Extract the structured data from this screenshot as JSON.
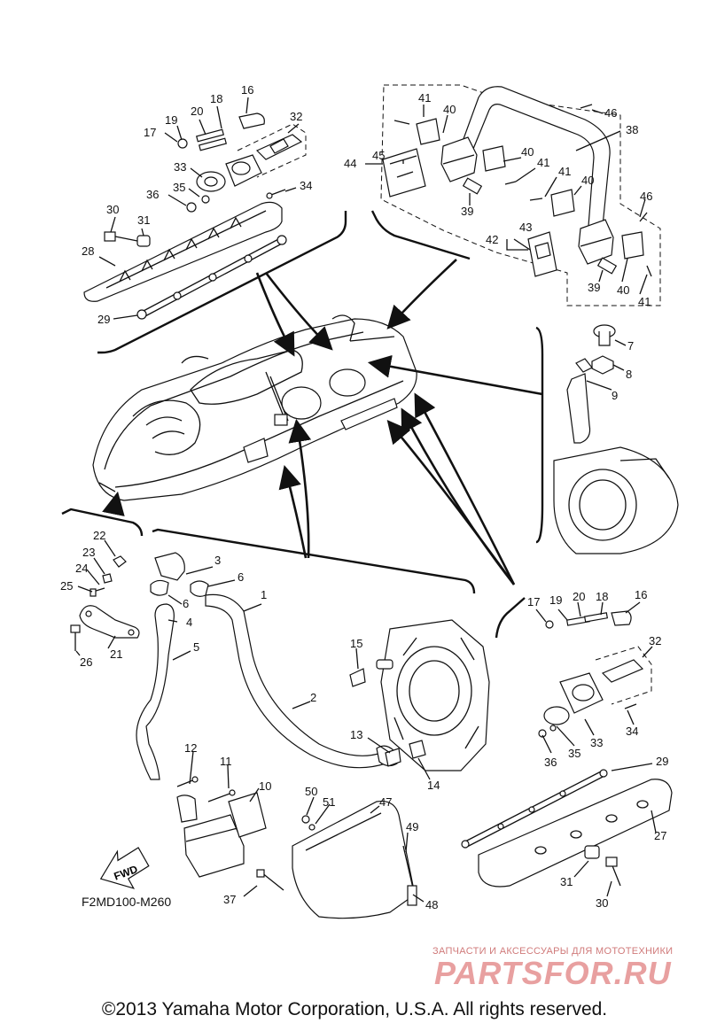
{
  "diagram_code": "F2MD100-M260",
  "fwd_label": "FWD",
  "copyright": "©2013 Yamaha Motor Corporation, U.S.A. All rights reserved.",
  "watermark": {
    "tagline": "ЗАПЧАСТИ И АКСЕССУАРЫ ДЛЯ МОТОТЕХНИКИ",
    "logo": "PARTSFOR.RU"
  },
  "part_labels": [
    {
      "id": "p16a",
      "text": "16"
    },
    {
      "id": "p18a",
      "text": "18"
    },
    {
      "id": "p20a",
      "text": "20"
    },
    {
      "id": "p19a",
      "text": "19"
    },
    {
      "id": "p17a",
      "text": "17"
    },
    {
      "id": "p32a",
      "text": "32"
    },
    {
      "id": "p33a",
      "text": "33"
    },
    {
      "id": "p35a",
      "text": "35"
    },
    {
      "id": "p36a",
      "text": "36"
    },
    {
      "id": "p34a",
      "text": "34"
    },
    {
      "id": "p30a",
      "text": "30"
    },
    {
      "id": "p31a",
      "text": "31"
    },
    {
      "id": "p28",
      "text": "28"
    },
    {
      "id": "p29a",
      "text": "29"
    },
    {
      "id": "p41a",
      "text": "41"
    },
    {
      "id": "p40a",
      "text": "40"
    },
    {
      "id": "p46a",
      "text": "46"
    },
    {
      "id": "p38",
      "text": "38"
    },
    {
      "id": "p45",
      "text": "45"
    },
    {
      "id": "p44",
      "text": "44"
    },
    {
      "id": "p40b",
      "text": "40"
    },
    {
      "id": "p41b",
      "text": "41"
    },
    {
      "id": "p41c",
      "text": "41"
    },
    {
      "id": "p40c",
      "text": "40"
    },
    {
      "id": "p39a",
      "text": "39"
    },
    {
      "id": "p46b",
      "text": "46"
    },
    {
      "id": "p43",
      "text": "43"
    },
    {
      "id": "p42",
      "text": "42"
    },
    {
      "id": "p39b",
      "text": "39"
    },
    {
      "id": "p40d",
      "text": "40"
    },
    {
      "id": "p41d",
      "text": "41"
    },
    {
      "id": "p7",
      "text": "7"
    },
    {
      "id": "p8",
      "text": "8"
    },
    {
      "id": "p9",
      "text": "9"
    },
    {
      "id": "p22",
      "text": "22"
    },
    {
      "id": "p23",
      "text": "23"
    },
    {
      "id": "p24",
      "text": "24"
    },
    {
      "id": "p25",
      "text": "25"
    },
    {
      "id": "p26",
      "text": "26"
    },
    {
      "id": "p21",
      "text": "21"
    },
    {
      "id": "p3",
      "text": "3"
    },
    {
      "id": "p6a",
      "text": "6"
    },
    {
      "id": "p6b",
      "text": "6"
    },
    {
      "id": "p1",
      "text": "1"
    },
    {
      "id": "p4",
      "text": "4"
    },
    {
      "id": "p5",
      "text": "5"
    },
    {
      "id": "p2",
      "text": "2"
    },
    {
      "id": "p15",
      "text": "15"
    },
    {
      "id": "p13",
      "text": "13"
    },
    {
      "id": "p14",
      "text": "14"
    },
    {
      "id": "p12",
      "text": "12"
    },
    {
      "id": "p11",
      "text": "11"
    },
    {
      "id": "p10",
      "text": "10"
    },
    {
      "id": "p50",
      "text": "50"
    },
    {
      "id": "p51",
      "text": "51"
    },
    {
      "id": "p47",
      "text": "47"
    },
    {
      "id": "p49",
      "text": "49"
    },
    {
      "id": "p37",
      "text": "37"
    },
    {
      "id": "p48",
      "text": "48"
    },
    {
      "id": "p17b",
      "text": "17"
    },
    {
      "id": "p19b",
      "text": "19"
    },
    {
      "id": "p20b",
      "text": "20"
    },
    {
      "id": "p18b",
      "text": "18"
    },
    {
      "id": "p16b",
      "text": "16"
    },
    {
      "id": "p32b",
      "text": "32"
    },
    {
      "id": "p34b",
      "text": "34"
    },
    {
      "id": "p33b",
      "text": "33"
    },
    {
      "id": "p35b",
      "text": "35"
    },
    {
      "id": "p36b",
      "text": "36"
    },
    {
      "id": "p29b",
      "text": "29"
    },
    {
      "id": "p27",
      "text": "27"
    },
    {
      "id": "p31b",
      "text": "31"
    },
    {
      "id": "p30b",
      "text": "30"
    }
  ]
}
